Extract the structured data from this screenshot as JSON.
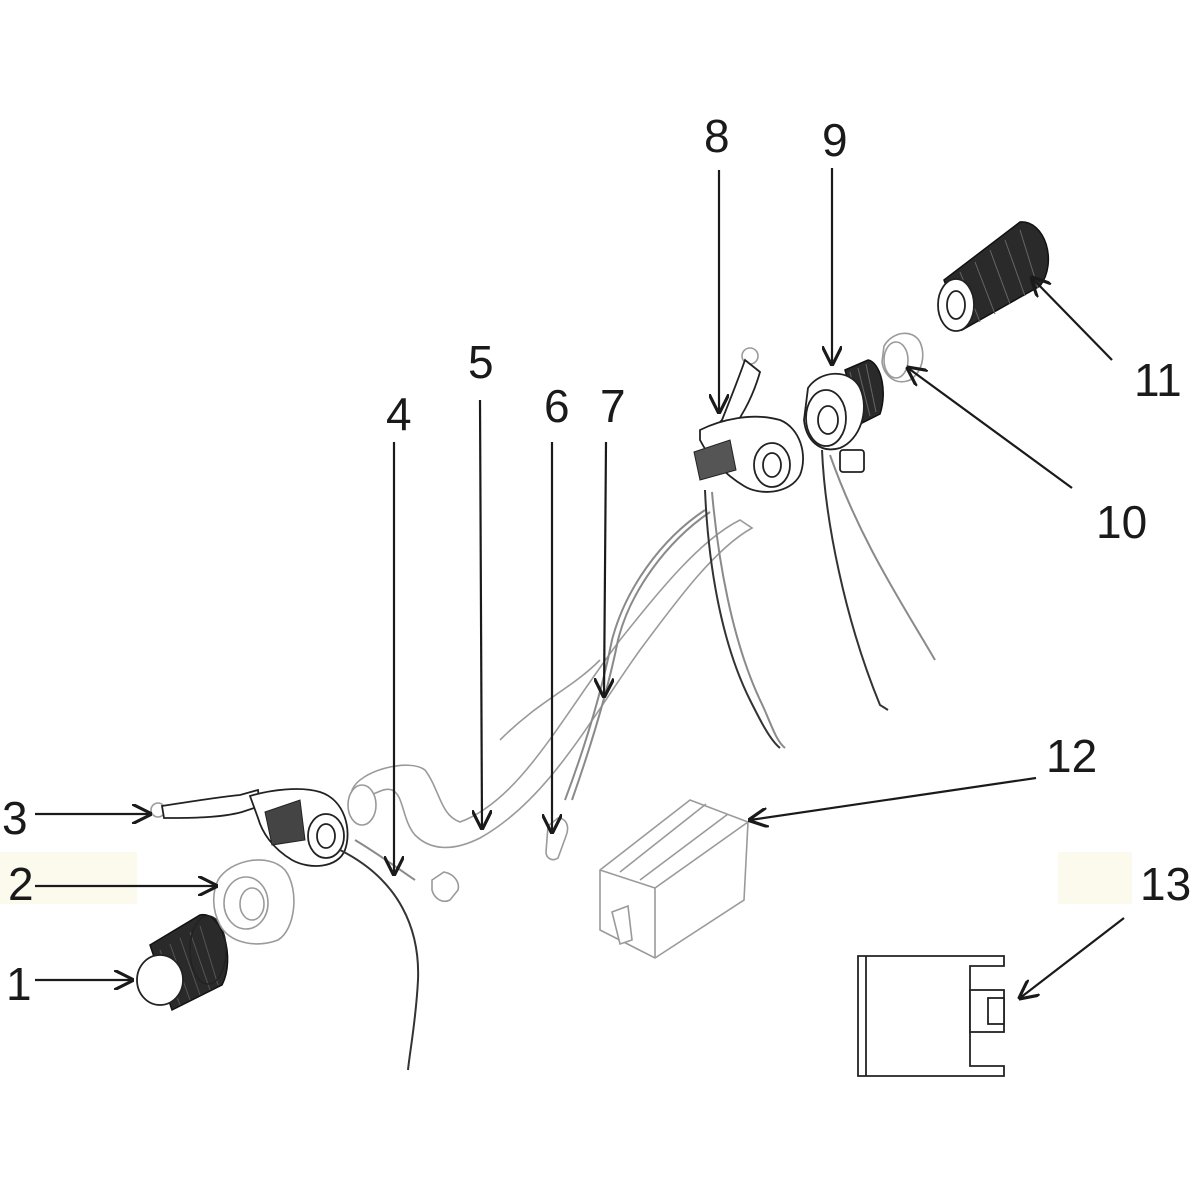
{
  "callouts": [
    {
      "id": "1",
      "label": "1"
    },
    {
      "id": "2",
      "label": "2"
    },
    {
      "id": "3",
      "label": "3"
    },
    {
      "id": "4",
      "label": "4"
    },
    {
      "id": "5",
      "label": "5"
    },
    {
      "id": "6",
      "label": "6"
    },
    {
      "id": "7",
      "label": "7"
    },
    {
      "id": "8",
      "label": "8"
    },
    {
      "id": "9",
      "label": "9"
    },
    {
      "id": "10",
      "label": "10"
    },
    {
      "id": "11",
      "label": "11"
    },
    {
      "id": "12",
      "label": "12"
    },
    {
      "id": "13",
      "label": "13"
    }
  ],
  "parts": {
    "p1": "left-grip-icon",
    "p2": "left-end-ring-icon",
    "p3": "left-brake-lever-icon",
    "p4": "left-brake-cable-icon",
    "p5": "handlebar-icon",
    "p6": "cable-end-cap-icon",
    "p7": "right-brake-cable-icon",
    "p8": "right-brake-lever-icon",
    "p9": "throttle-switch-icon",
    "p10": "right-end-ring-icon",
    "p11": "right-grip-icon",
    "p12": "controller-box-icon",
    "p13": "bracket-clip-icon"
  }
}
